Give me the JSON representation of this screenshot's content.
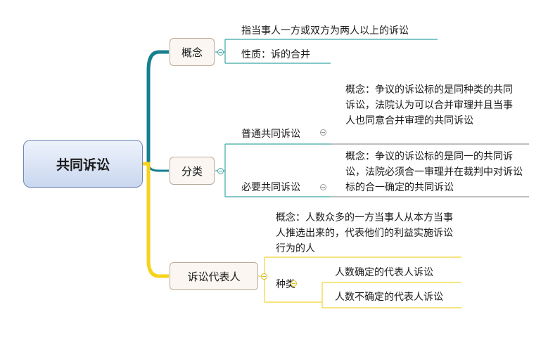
{
  "root": {
    "label": "共同诉讼"
  },
  "branches": {
    "concept": {
      "label": "概念",
      "items": [
        "指当事人一方或双方为两人以上的诉讼",
        "性质：诉的合并"
      ]
    },
    "classification": {
      "label": "分类",
      "ordinary": {
        "label": "普通共同诉讼",
        "desc": "概念：争议的诉讼标的是同种类的共同诉讼，法院认为可以合并审理并且当事人也同意合并审理的共同诉讼"
      },
      "necessary": {
        "label": "必要共同诉讼",
        "desc": "概念：争议的诉讼标的是同一的共同诉讼，法院必须合一审理并在裁判中对诉讼标的合一确定的共同诉讼"
      }
    },
    "representative": {
      "label": "诉讼代表人",
      "concept": "概念：人数众多的一方当事人从本方当事人推选出来的，代表他们的利益实施诉讼行为的人",
      "types": {
        "label": "种类",
        "items": [
          "人数确定的代表人诉讼",
          "人数不确定的代表人诉讼"
        ]
      }
    }
  },
  "colors": {
    "teal_trunk": "#157f8f",
    "teal_line": "#3aa7a3",
    "gold_trunk": "#f7d21a",
    "gold_line": "#f2d437",
    "gray_line": "#7f7f7f"
  }
}
